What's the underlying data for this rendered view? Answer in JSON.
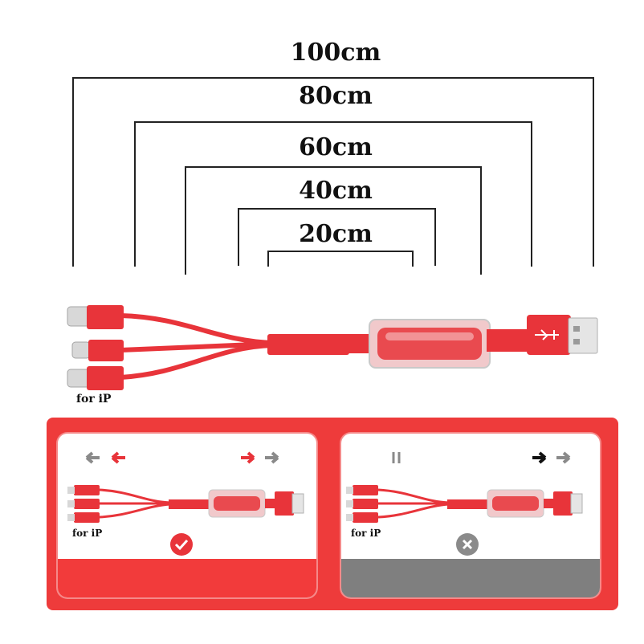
{
  "lengths": [
    "100cm",
    "80cm",
    "60cm",
    "40cm",
    "20cm"
  ],
  "port_label": "for iP",
  "cards": [
    {
      "status": "correct",
      "port_label": "for iP",
      "footer_color": "#f23b3b",
      "status_icon": "check-icon"
    },
    {
      "status": "wrong",
      "port_label": "for iP",
      "footer_color": "#7f7f7f",
      "status_icon": "x-icon"
    }
  ],
  "colors": {
    "cable": "#e8343a",
    "panel": "#ee3b3b",
    "gray": "#8a8a8a"
  }
}
